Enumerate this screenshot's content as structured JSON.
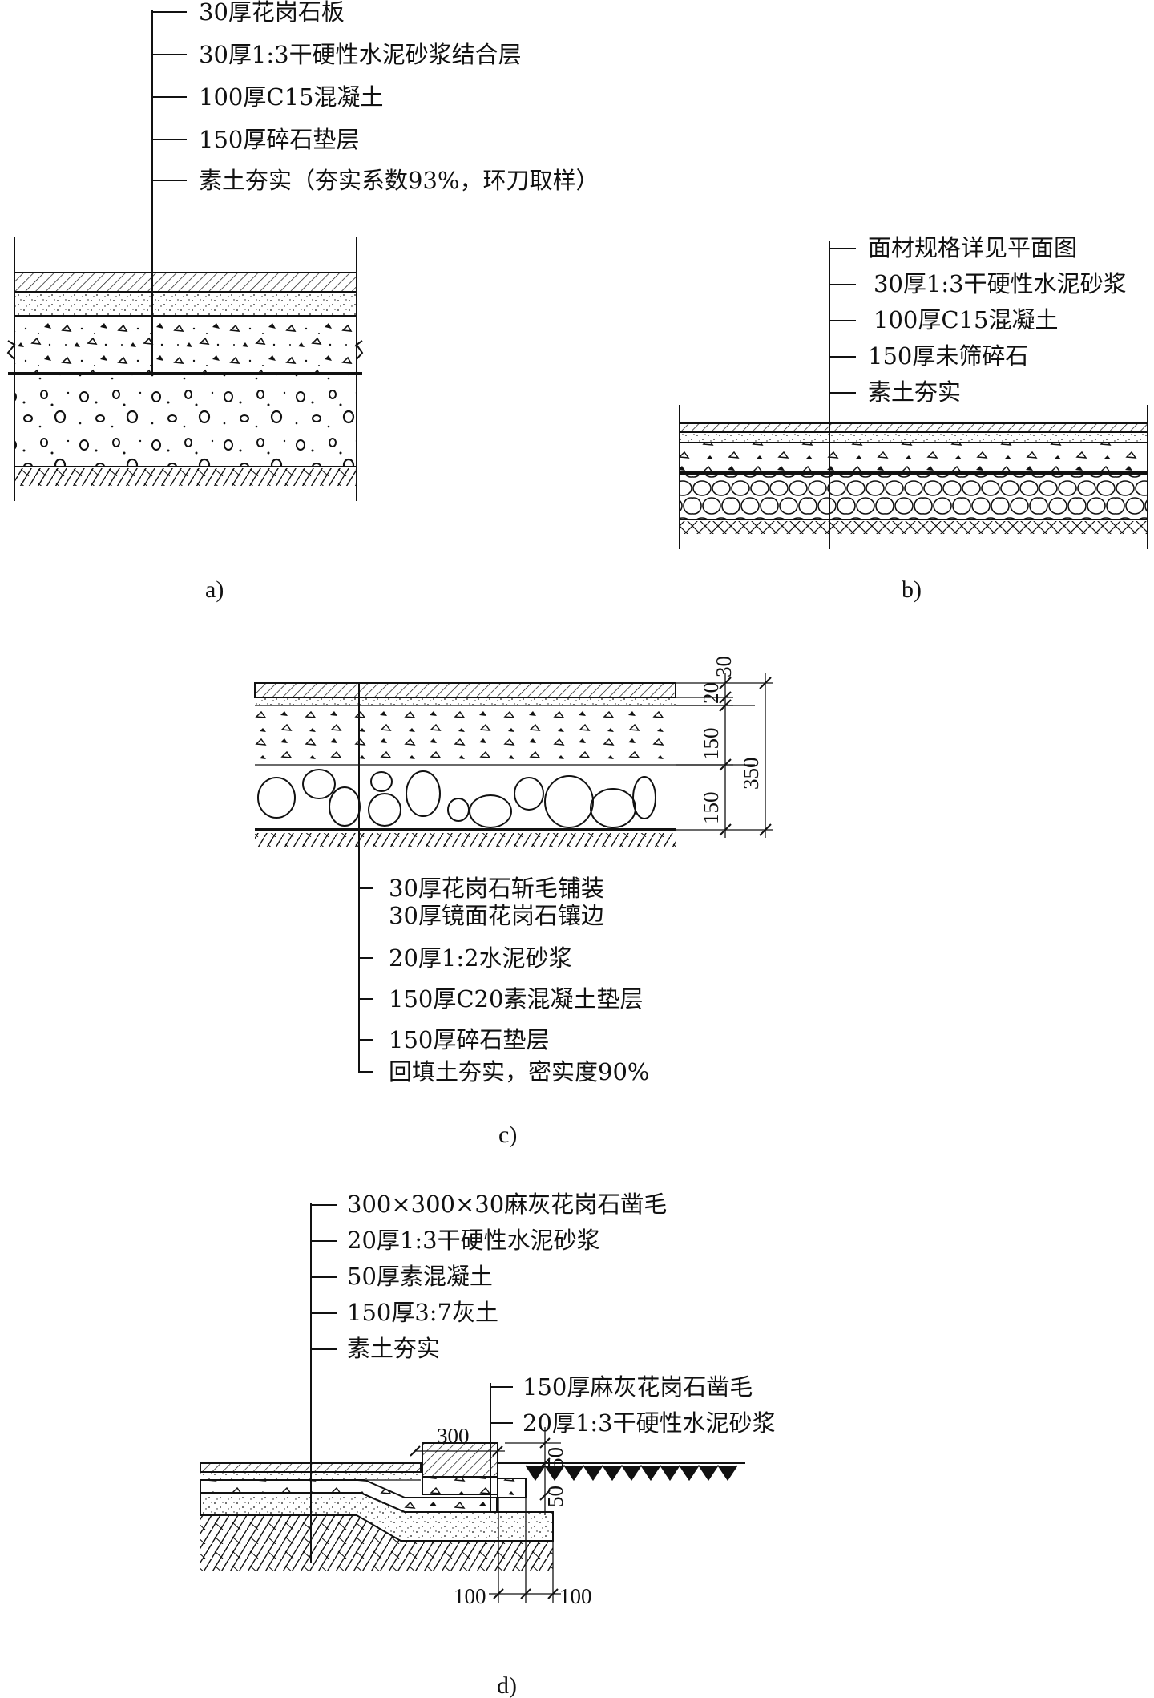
{
  "diagrams": {
    "a": {
      "caption": "a)",
      "layers": [
        "30厚花岗石板",
        "30厚1:3干硬性水泥砂浆结合层",
        "100厚C15混凝土",
        "150厚碎石垫层",
        "素土夯实（夯实系数93%，环刀取样）"
      ]
    },
    "b": {
      "caption": "b)",
      "layers": [
        "面材规格详见平面图",
        "30厚1:3干硬性水泥砂浆",
        "100厚C15混凝土",
        "150厚未筛碎石",
        "素土夯实"
      ]
    },
    "c": {
      "caption": "c)",
      "layers": [
        "30厚花岗石斩毛铺装",
        "30厚镜面花岗石镶边",
        "20厚1:2水泥砂浆",
        "150厚C20素混凝土垫层",
        "150厚碎石垫层",
        "回填土夯实，密实度90%"
      ],
      "dimensions": [
        "30",
        "20",
        "150",
        "150",
        "350"
      ]
    },
    "d": {
      "caption": "d)",
      "layers": [
        "300×300×30麻灰花岗石凿毛",
        "20厚1:3干硬性水泥砂浆",
        "50厚素混凝土",
        "150厚3:7灰土",
        "素土夯实"
      ],
      "curb_layers": [
        "150厚麻灰花岗石凿毛",
        "20厚1:3干硬性水泥砂浆"
      ],
      "dimensions": [
        "300",
        "50",
        "50",
        "100",
        "100"
      ]
    }
  }
}
